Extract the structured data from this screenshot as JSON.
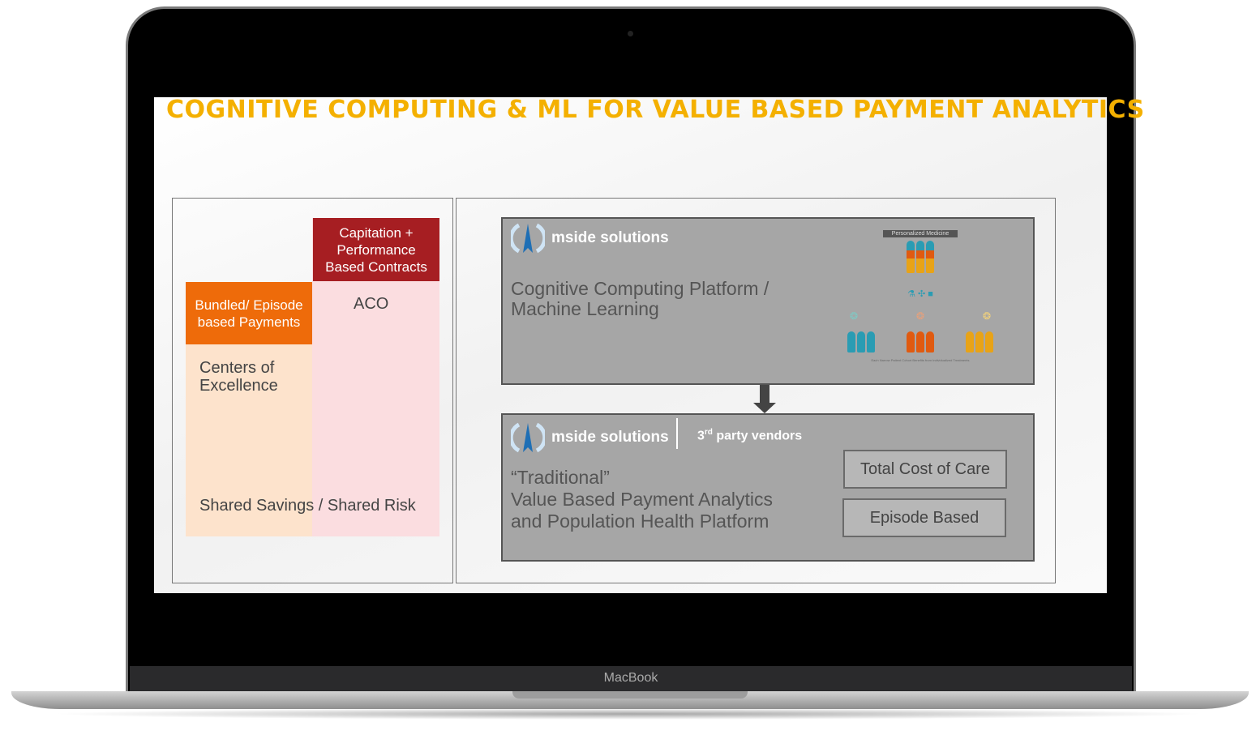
{
  "device": {
    "brand": "MacBook"
  },
  "slide": {
    "title": "COGNITIVE COMPUTING & ML FOR VALUE BASED PAYMENT ANALYTICS",
    "left_panel": {
      "capitation": "Capitation + Performance Based Contracts",
      "bundled": "Bundled/ Episode based Payments",
      "aco": "ACO",
      "coe": "Centers of Excellence",
      "shared": "Shared Savings / Shared Risk"
    },
    "top_box": {
      "logo": "mside solutions",
      "text": "Cognitive Computing Platform / Machine Learning",
      "image_title": "Personalized Medicine",
      "image_caption": "Each Narrow Patient Cohort Benefits from Individualized Treatments"
    },
    "bottom_box": {
      "logo": "mside solutions",
      "vendors_prefix": "3",
      "vendors_sup": "rd",
      "vendors_rest": " party vendors",
      "text1": "“Traditional”",
      "text2": "Value Based Payment Analytics",
      "text3": "and Population Health Platform",
      "button1": "Total Cost of Care",
      "button2": "Episode Based"
    },
    "colors": {
      "title": "#f4b000",
      "dark_red": "#a61e22",
      "orange": "#ee6b0a",
      "peach": "#fde3cc",
      "pink": "#fbdde0",
      "teal": "#2a9cb3"
    }
  }
}
